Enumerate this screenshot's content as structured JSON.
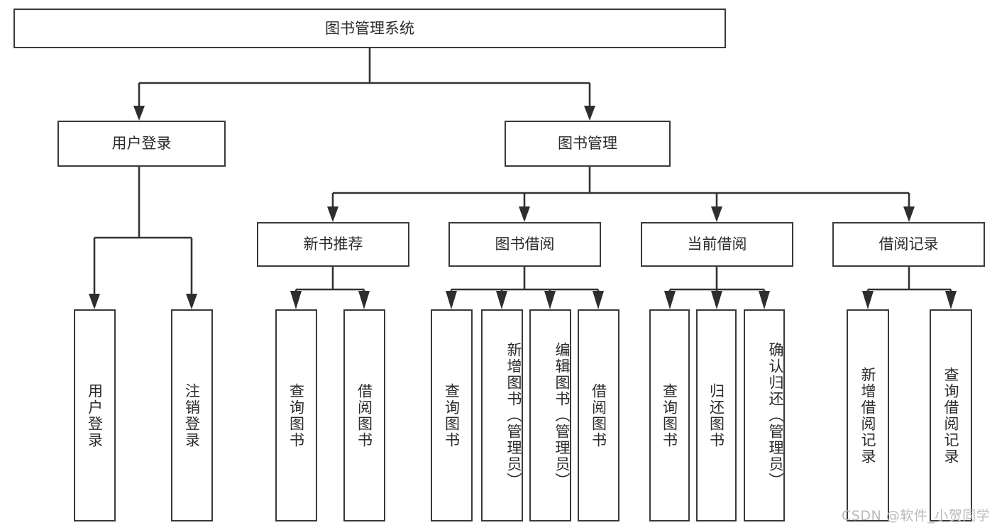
{
  "diagram": {
    "type": "tree-hierarchy",
    "root": {
      "id": "root",
      "label": "图书管理系统"
    },
    "level1": [
      {
        "id": "user-login",
        "label": "用户登录"
      },
      {
        "id": "book-manage",
        "label": "图书管理"
      }
    ],
    "level2": [
      {
        "id": "new-book-recommend",
        "label": "新书推荐"
      },
      {
        "id": "book-borrow",
        "label": "图书借阅"
      },
      {
        "id": "current-borrow",
        "label": "当前借阅"
      },
      {
        "id": "borrow-record",
        "label": "借阅记录"
      }
    ],
    "leaves": {
      "user_login": [
        {
          "id": "leaf-user-login",
          "label": "用户登录"
        },
        {
          "id": "leaf-logout-login",
          "label": "注销登录"
        }
      ],
      "new_book_recommend": [
        {
          "id": "leaf-query-book-1",
          "label": "查询图书"
        },
        {
          "id": "leaf-borrow-book-1",
          "label": "借阅图书"
        }
      ],
      "book_borrow": [
        {
          "id": "leaf-query-book-2",
          "label": "查询图书"
        },
        {
          "id": "leaf-add-book",
          "label": "新增图书（管理员）"
        },
        {
          "id": "leaf-edit-book",
          "label": "编辑图书（管理员）"
        },
        {
          "id": "leaf-borrow-book-2",
          "label": "借阅图书"
        }
      ],
      "current_borrow": [
        {
          "id": "leaf-query-book-3",
          "label": "查询图书"
        },
        {
          "id": "leaf-return-book",
          "label": "归还图书"
        },
        {
          "id": "leaf-confirm-return",
          "label": "确认归还（管理员）"
        }
      ],
      "borrow_record": [
        {
          "id": "leaf-add-record",
          "label": "新增借阅记录"
        },
        {
          "id": "leaf-query-record",
          "label": "查询借阅记录"
        }
      ]
    }
  },
  "watermark": {
    "text": "CSDN @软件_小贺同学"
  },
  "colors": {
    "box_border": "#3a3a3a",
    "connector": "#333333",
    "background": "#ffffff",
    "text": "#2b2b2b",
    "watermark": "#b9b9b9"
  }
}
